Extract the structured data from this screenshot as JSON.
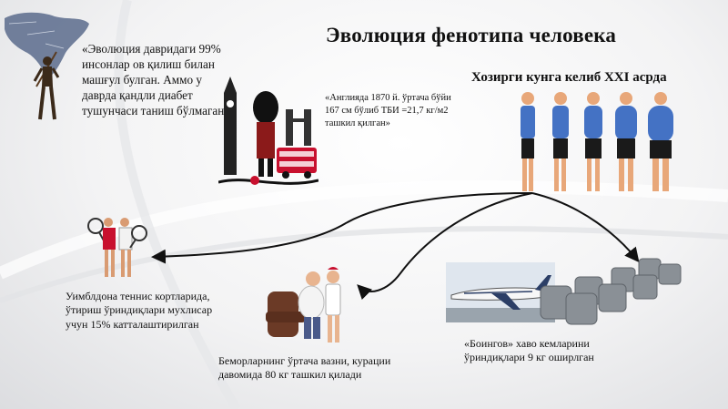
{
  "title": "Эволюция фенотипа человека",
  "subtitle": "Хозирги кунга келиб XXI асрда",
  "captions": {
    "evolution": "«Эволюция давридаги 99% инсонлар ов қилиш билан машғул булган. Аммо у даврда қандли диабет тушунчаси таниш бўлмаган»",
    "england": "«Англияда 1870 й. ўртача бўйи 167 см  бўлиб ТБИ =21,7 кг/м2 ташкил қилган»",
    "wimbledon": "Уимблдона теннис кортларида, ўтириш ўриндиқлари мухлисар учун 15% катталаштирилган",
    "patients": "Беморларнинг ўртача вазни, курации давомида  80 кг ташкил қилади",
    "boeing": "«Боингов» хаво кемларини ўриндиқлари 9 кг оширлган"
  },
  "colors": {
    "shirt": "#4472c4",
    "shorts": "#1a1a1a",
    "skin": "#e8a779",
    "bus": "#c8102e",
    "map": "#5a6b8c",
    "seat": "#8a9096"
  },
  "icons": [
    "africa-map-icon",
    "hunter-icon",
    "london-collage-icon",
    "body-progression-icon",
    "tennis-players-icon",
    "patient-care-icon",
    "airplane-icon",
    "airplane-seats-icon"
  ]
}
